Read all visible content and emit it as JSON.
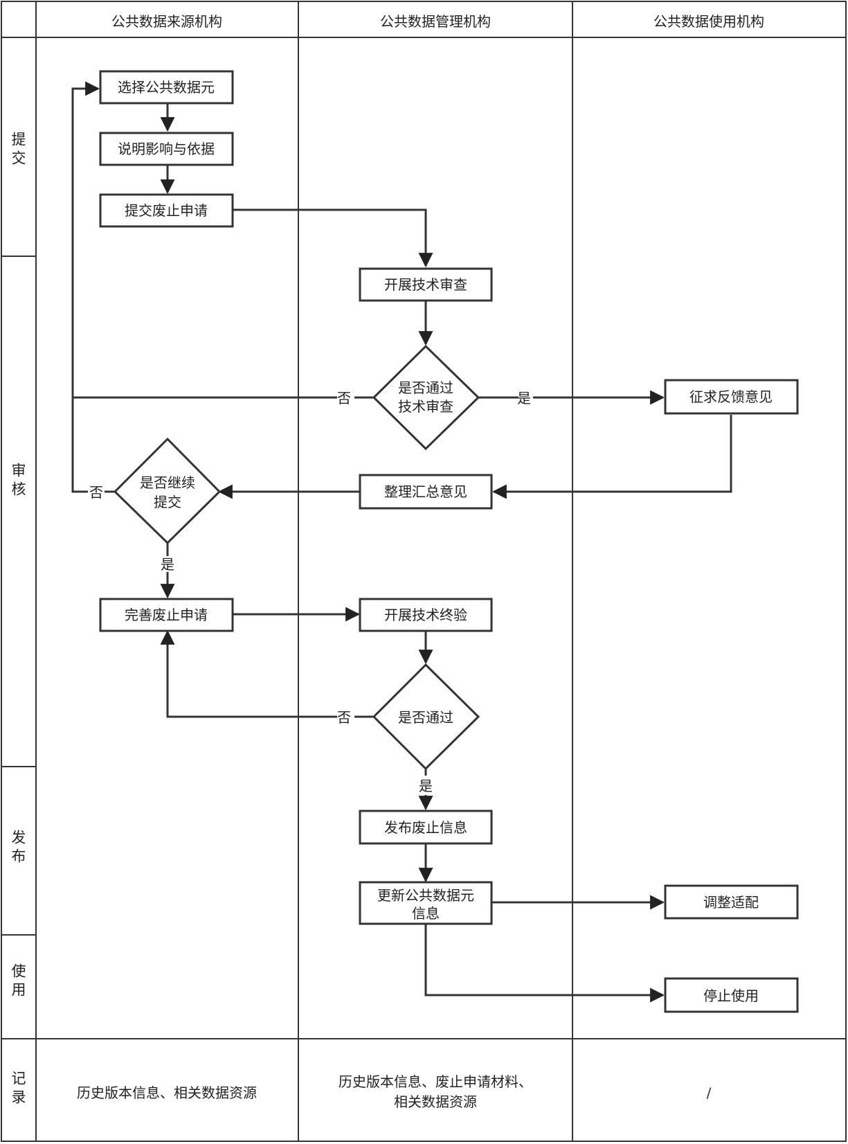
{
  "columns": [
    "公共数据来源机构",
    "公共数据管理机构",
    "公共数据使用机构"
  ],
  "phases": [
    "提交",
    "审核",
    "发布",
    "使用",
    "记录"
  ],
  "nodes": {
    "select": "选择公共数据元",
    "explain": "说明影响与依据",
    "submit": "提交废止申请",
    "review": "开展技术审查",
    "pass_review": [
      "是否通过",
      "技术审查"
    ],
    "feedback": "征求反馈意见",
    "summary": "整理汇总意见",
    "continue": [
      "是否继续",
      "提交"
    ],
    "improve": "完善废止申请",
    "final_check": "开展技术终验",
    "pass": "是否通过",
    "publish": "发布废止信息",
    "update": [
      "更新公共数据元",
      "信息"
    ],
    "adjust": "调整适配",
    "stop": "停止使用"
  },
  "edge_labels": {
    "no": "否",
    "yes": "是"
  },
  "records": {
    "source": "历史版本信息、相关数据资源",
    "manage": [
      "历史版本信息、废止申请材料、",
      "相关数据资源"
    ],
    "use": "/"
  }
}
